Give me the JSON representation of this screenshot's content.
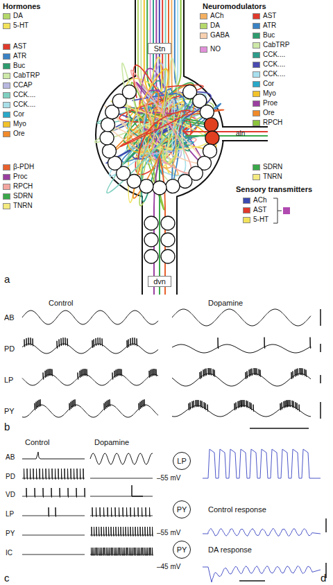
{
  "diagram": {
    "nodes": [
      {
        "text": [
          "Stn"
        ]
      },
      {
        "text": [
          "dvn"
        ]
      },
      {
        "text": [
          "LP"
        ]
      },
      {
        "text": [
          "PY"
        ]
      },
      {
        "text": [
          "PY"
        ]
      }
    ],
    "labels": [
      "a",
      "Hormones",
      "Neuromodulators",
      "Sensory transmitters",
      "aln",
      "Control",
      "Dopamine",
      "AB",
      "PD",
      "LP",
      "PY",
      "b",
      "Control",
      "Dopamine",
      "AB",
      "PD",
      "VD",
      "LP",
      "PY",
      "IC",
      "c",
      "–55 mV",
      "Control response",
      "–55 mV",
      "DA response",
      "–45 mV",
      "d"
    ],
    "legend": [
      {
        "text": "DA",
        "color": "#b5d86a"
      },
      {
        "text": "5-HT",
        "color": "#f2e25a"
      },
      {
        "text": "AST",
        "color": "#e03a2c"
      },
      {
        "text": "ATR",
        "color": "#3a82c4"
      },
      {
        "text": "Buc",
        "color": "#2e9c6e"
      },
      {
        "text": "CabTRP",
        "color": "#cde8a8"
      },
      {
        "text": "CCAP",
        "color": "#b8b8e0"
      },
      {
        "text": "CCK....",
        "color": "#7fd0c0"
      },
      {
        "text": "CCK....",
        "color": "#a9dfe8"
      },
      {
        "text": "Cor",
        "color": "#2aa8c8"
      },
      {
        "text": "Myo",
        "color": "#f2c22a"
      },
      {
        "text": "Ore",
        "color": "#f08a2a"
      },
      {
        "text": "β-PDH",
        "color": "#e8602c"
      },
      {
        "text": "Proc",
        "color": "#9a3fa0"
      },
      {
        "text": "RPCH",
        "color": "#f4a6a0"
      },
      {
        "text": "SDRN",
        "color": "#3aa84a"
      },
      {
        "text": "TNRN",
        "color": "#f4ea80"
      },
      {
        "text": "ACh",
        "color": "#f4b060"
      },
      {
        "text": "DA",
        "color": "#b5d86a"
      },
      {
        "text": "GABA",
        "color": "#f8d0b0"
      },
      {
        "text": "NO",
        "color": "#e090d8"
      },
      {
        "text": "AST",
        "color": "#e03a2c"
      },
      {
        "text": "ATR",
        "color": "#3a82c4"
      },
      {
        "text": "Buc",
        "color": "#2e9c6e"
      },
      {
        "text": "CabTRP",
        "color": "#cde8a8"
      },
      {
        "text": "CCK....",
        "color": "#2e9c8a"
      },
      {
        "text": "CCK....",
        "color": "#4a4ab0"
      },
      {
        "text": "CCK....",
        "color": "#a9e0ee"
      },
      {
        "text": "Cor",
        "color": "#2aa8c8"
      },
      {
        "text": "Myo",
        "color": "#f2c22a"
      },
      {
        "text": "Proe",
        "color": "#9a3fa0"
      },
      {
        "text": "Ore",
        "color": "#f08a2a"
      },
      {
        "text": "RPCH",
        "color": "#8cc43c"
      },
      {
        "text": "SDRN",
        "color": "#3aa84a"
      },
      {
        "text": "TNRN",
        "color": "#f4ea80"
      },
      {
        "text": "ACh",
        "color": "#3a4ab0"
      },
      {
        "text": "AST",
        "color": "#e03a2c"
      },
      {
        "text": "5-HT",
        "color": "#f2e25a"
      }
    ]
  }
}
